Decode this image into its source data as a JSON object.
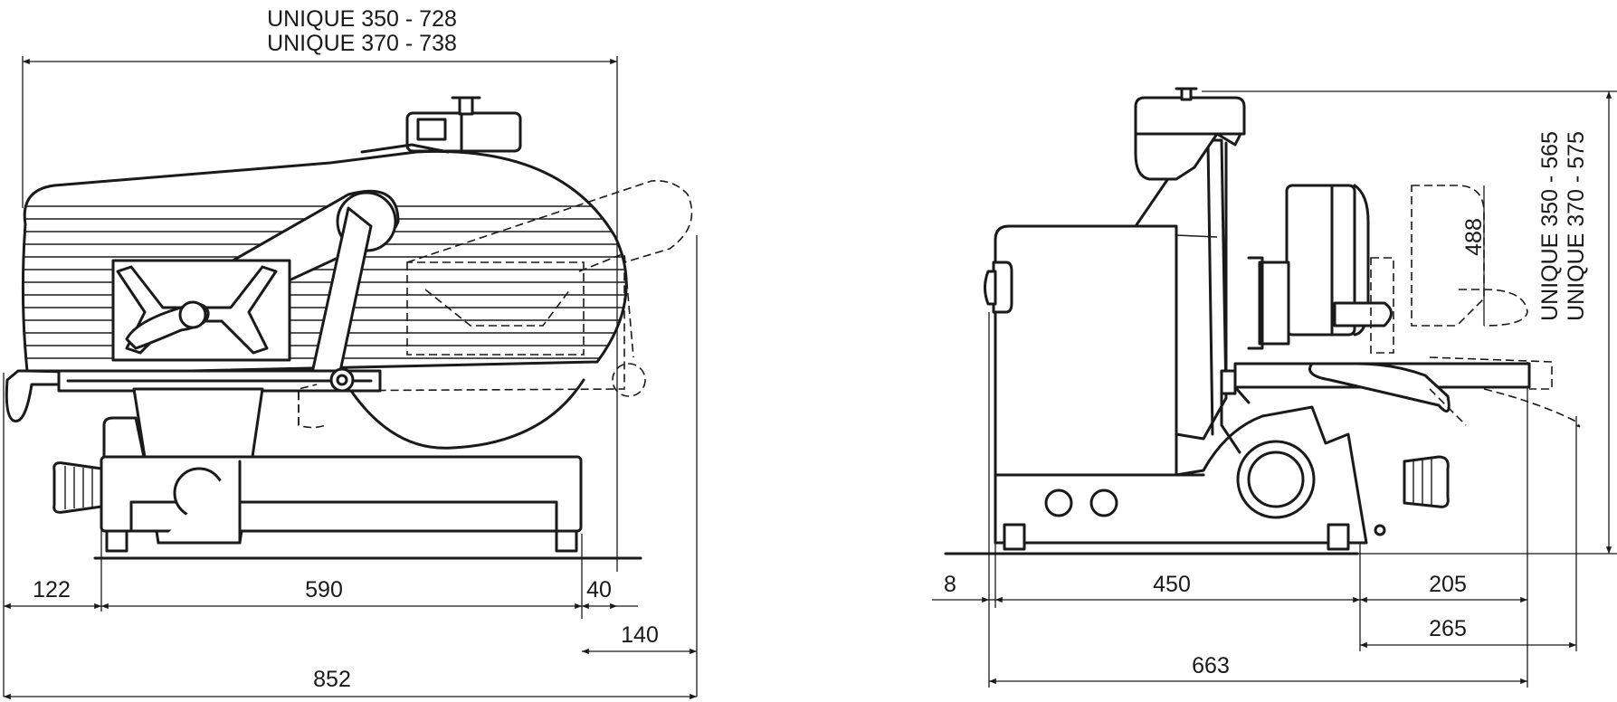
{
  "front_view": {
    "width_title_1": "UNIQUE 350 - 728",
    "width_title_2": "UNIQUE 370 - 738",
    "dim_122": "122",
    "dim_590": "590",
    "dim_40": "40",
    "dim_140": "140",
    "dim_852": "852"
  },
  "side_view": {
    "height_title_1": "UNIQUE 350 - 565",
    "height_title_2": "UNIQUE 370 - 575",
    "dim_488": "488",
    "dim_8": "8",
    "dim_450": "450",
    "dim_205": "205",
    "dim_265": "265",
    "dim_663": "663"
  }
}
